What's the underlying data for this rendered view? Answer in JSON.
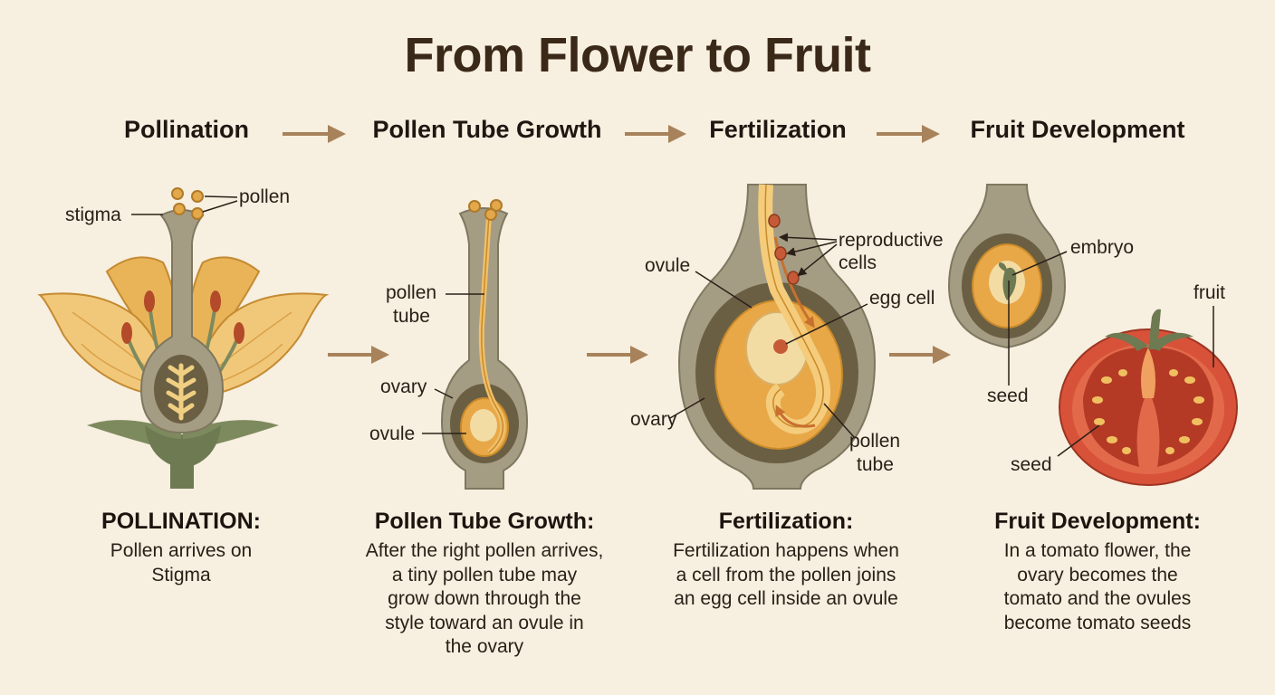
{
  "title": "From Flower to Fruit",
  "steps": [
    "Pollination",
    "Pollen Tube Growth",
    "Fertilization",
    "Fruit Development"
  ],
  "labels": {
    "stigma": "stigma",
    "pollen": "pollen",
    "pollen_tube_1": "pollen",
    "pollen_tube_2": "tube",
    "ovary": "ovary",
    "ovule": "ovule",
    "reproductive_1": "reproductive",
    "reproductive_2": "cells",
    "egg_cell": "egg cell",
    "embryo": "embryo",
    "seed": "seed",
    "fruit": "fruit"
  },
  "captions": [
    {
      "heading": "POLLINATION:",
      "body": [
        "Pollen arrives on",
        "Stigma"
      ]
    },
    {
      "heading": "Pollen Tube Growth:",
      "body": [
        "After the right pollen arrives,",
        "a tiny pollen tube may",
        "grow down through the",
        "style toward an ovule in",
        "the ovary"
      ]
    },
    {
      "heading": "Fertilization:",
      "body": [
        "Fertilization happens when",
        "a cell from the pollen joins",
        "an egg cell inside an ovule"
      ]
    },
    {
      "heading": "Fruit Development:",
      "body": [
        "In a tomato flower, the",
        "ovary becomes the",
        "tomato and the ovules",
        "become tomato seeds"
      ]
    }
  ],
  "colors": {
    "background": "#f7efdf",
    "arrow": "#a7825a",
    "tissue": "#a59c84",
    "ovule": "#e8a848",
    "tomato": "#d8523a"
  }
}
